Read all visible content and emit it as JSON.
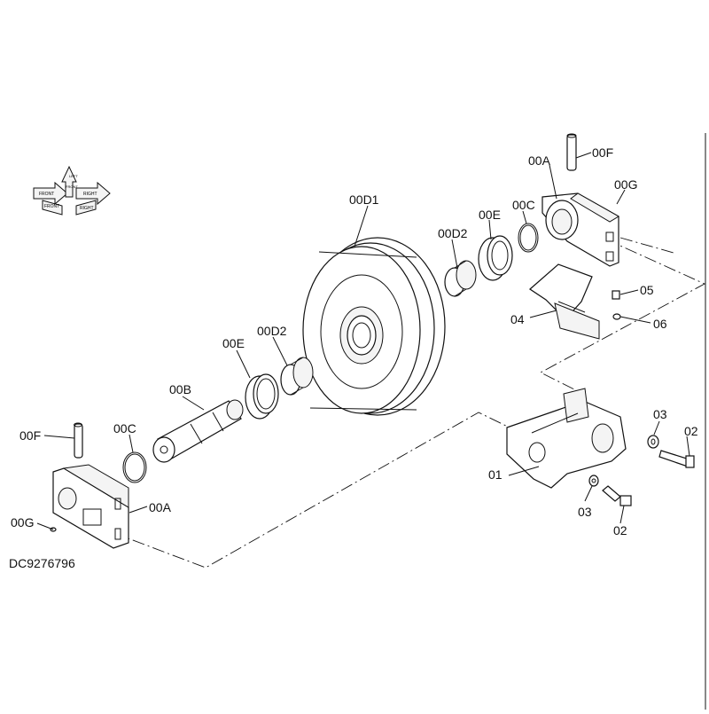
{
  "drawing_code": "DC9276796",
  "orientation_icon": {
    "labels": [
      "FRONT",
      "RIGHT",
      "FRONT",
      "LEFT",
      "FRONT",
      "RIGHT"
    ]
  },
  "callouts": {
    "c_00F_top": "00F",
    "c_00A_top": "00A",
    "c_00G_top": "00G",
    "c_00C_top": "00C",
    "c_00E_top": "00E",
    "c_00D2_top": "00D2",
    "c_00D1": "00D1",
    "c_05": "05",
    "c_04": "04",
    "c_06": "06",
    "c_00E_mid": "00E",
    "c_00D2_mid": "00D2",
    "c_00B": "00B",
    "c_00C_left": "00C",
    "c_00F_left": "00F",
    "c_00A_left": "00A",
    "c_00G_left": "00G",
    "c_01": "01",
    "c_03_right": "03",
    "c_02_right": "02",
    "c_03_bottom": "03",
    "c_02_bottom": "02"
  }
}
